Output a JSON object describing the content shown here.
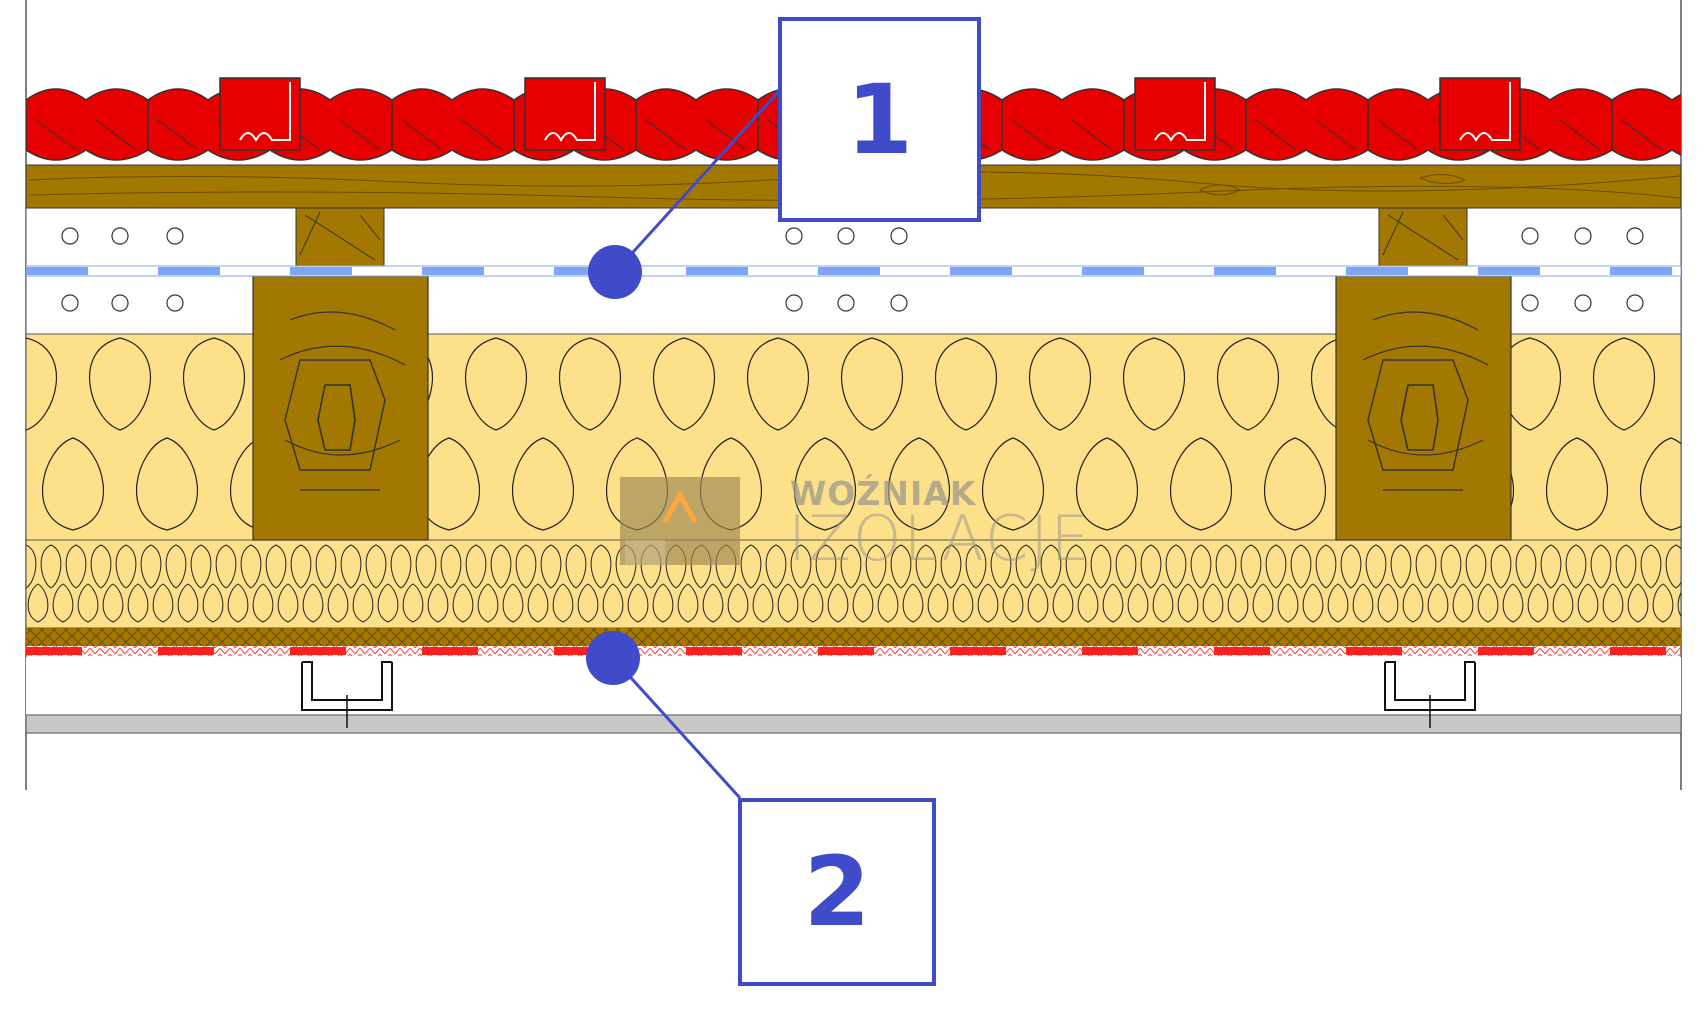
{
  "diagram": {
    "callouts": [
      {
        "label": "1"
      },
      {
        "label": "2"
      }
    ],
    "watermark": {
      "line1": "WOŹNIAK",
      "line2": "IZOLACJE"
    },
    "colors": {
      "roof_tile": "#e60000",
      "batten_wood": "#a37800",
      "insulation": "#fde08a",
      "membrane_1": "#7fa6f2",
      "membrane_2": "#ff1f1f",
      "board": "#c8c8c8",
      "callout": "#3f4bc9"
    }
  }
}
